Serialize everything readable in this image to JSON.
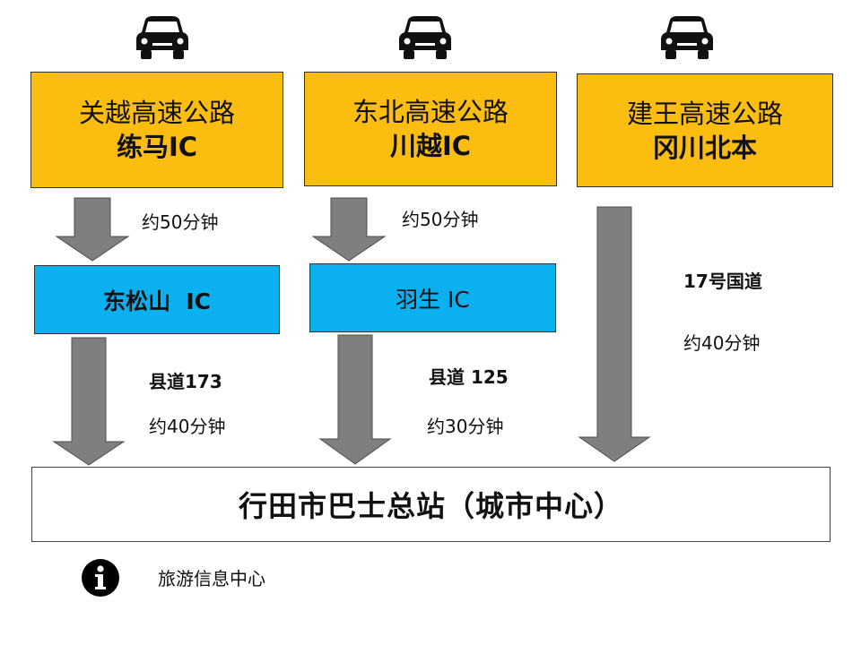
{
  "colors": {
    "expressway_fill": "#FBBD10",
    "ic_fill": "#0BB0EF",
    "arrow_fill": "#7F7F7F",
    "arrow_stroke": "#4D4D4D",
    "destination_fill": "#FFFFFF"
  },
  "icons": {
    "vehicle": "car-icon",
    "info": "info-icon"
  },
  "routes": [
    {
      "expressway": {
        "line1": "关越高速公路",
        "line2": "练马IC"
      },
      "leg1_time": "约50分钟",
      "ic": "东松山  IC",
      "road": "县道173",
      "leg2_time": "约40分钟"
    },
    {
      "expressway": {
        "line1": "东北高速公路",
        "line2": "川越IC"
      },
      "leg1_time": "约50分钟",
      "ic": "羽生 IC",
      "road": "县道 125",
      "leg2_time": "约30分钟"
    },
    {
      "expressway": {
        "line1": "建王高速公路",
        "line2": "冈川北本"
      },
      "road": "17号国道",
      "time": "约40分钟"
    }
  ],
  "destination": "行田市巴士总站（城市中心）",
  "info": {
    "label": "旅游信息中心"
  }
}
